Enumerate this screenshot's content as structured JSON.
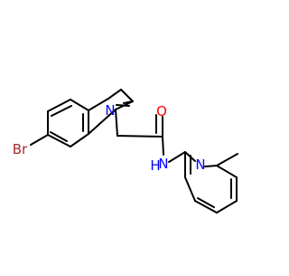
{
  "molecule": {
    "atom_labels": {
      "br": "Br",
      "n_indole": "N",
      "o": "O",
      "n_amide": "N",
      "h_amide": "H",
      "n_pyridine": "N"
    },
    "colors": {
      "bond": "#000000",
      "bromine": "#a52a2a",
      "nitrogen": "#0000ff",
      "oxygen": "#ff0000",
      "background": "#ffffff"
    }
  }
}
